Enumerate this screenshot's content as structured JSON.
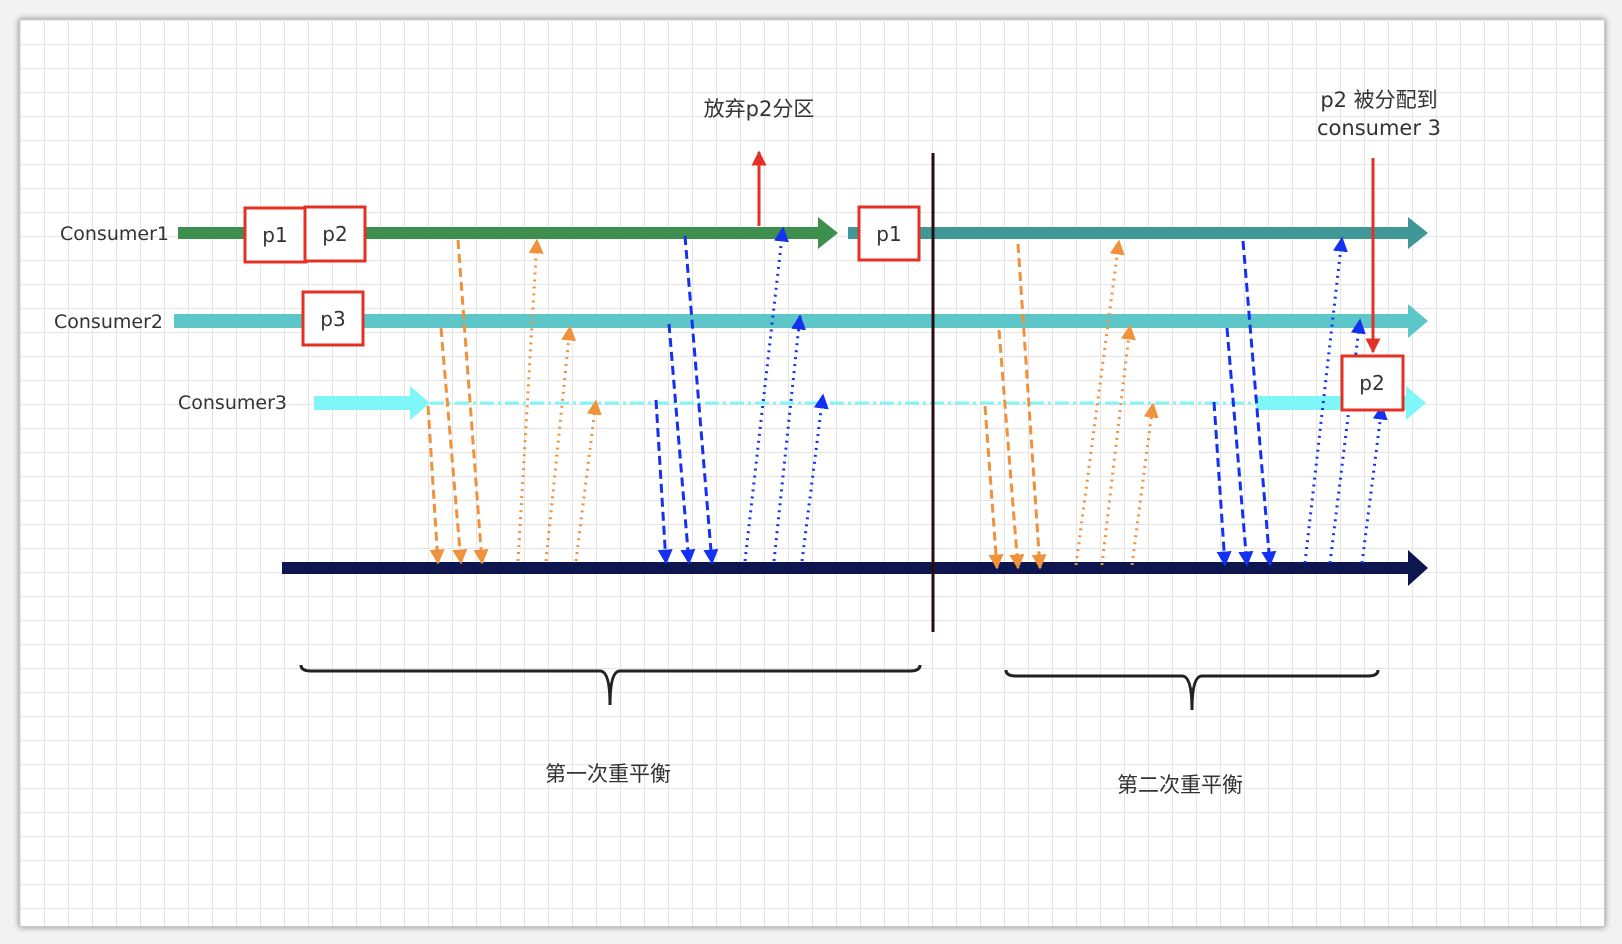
{
  "consumers": [
    {
      "label": "Consumer1"
    },
    {
      "label": "Consumer2"
    },
    {
      "label": "Consumer3"
    }
  ],
  "partitions": {
    "c1_p1": "p1",
    "c1_p2": "p2",
    "c2_p3": "p3",
    "c1_p1_after": "p1",
    "c3_p2": "p2"
  },
  "annotations": {
    "abandon": "放弃p2分区",
    "assign_line1": "p2 被分配到",
    "assign_line2": "consumer 3"
  },
  "phases": {
    "first": "第一次重平衡",
    "second": "第二次重平衡"
  },
  "colors": {
    "consumer1_line": "#3e8e4e",
    "consumer1_line_after": "#3f9797",
    "consumer2_line": "#5cc6c8",
    "consumer3_line": "#7ff6f8",
    "coordinator_line": "#0e1650",
    "orange_arrows": "#f0913c",
    "blue_arrows": "#1430f0",
    "partition_box": "#e33225",
    "annotation_arrow": "#e33225",
    "divider": "#2a0a0a"
  }
}
